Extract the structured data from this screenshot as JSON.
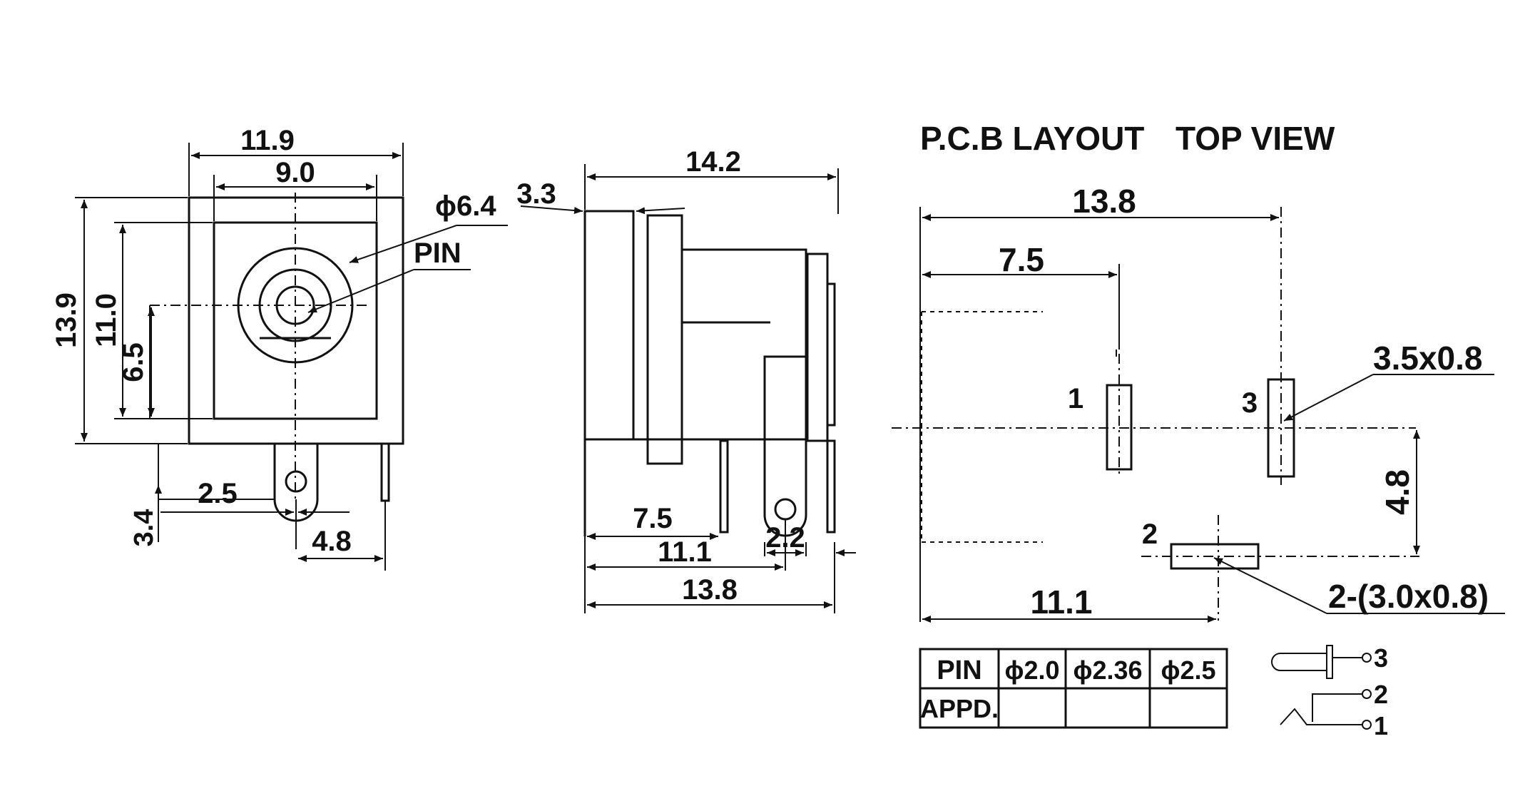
{
  "front_view": {
    "dims": {
      "width_outer": "11.9",
      "width_inner": "9.0",
      "height_outer": "13.9",
      "height_inner": "11.0",
      "center_height": "6.5",
      "pin_offset": "2.5",
      "pin_drop": "3.4",
      "pin_spacing": "4.8"
    },
    "callouts": {
      "diameter": "ϕ6.4",
      "pin": "PIN"
    }
  },
  "side_view": {
    "dims": {
      "overall": "14.2",
      "front_offset": "3.3",
      "pin1": "7.5",
      "pin2": "11.1",
      "pin3": "13.8",
      "pin_width": "2.2"
    }
  },
  "pcb_layout": {
    "title": "P.C.B LAYOUT",
    "view": "TOP VIEW",
    "dims": {
      "overall": "13.8",
      "pin1_pos": "7.5",
      "pin2_pos": "11.1",
      "row_offset": "4.8"
    },
    "pad_labels": [
      "1",
      "2",
      "3"
    ],
    "notes": {
      "slot3": "3.5x0.8",
      "slots12": "2-(3.0x0.8)"
    }
  },
  "pin_table": {
    "headers": [
      "PIN",
      "ϕ2.0",
      "ϕ2.36",
      "ϕ2.5"
    ],
    "row_label": "APPD.",
    "row_values": [
      "",
      "",
      ""
    ]
  },
  "schematic": {
    "terminals": [
      "3",
      "2",
      "1"
    ]
  }
}
